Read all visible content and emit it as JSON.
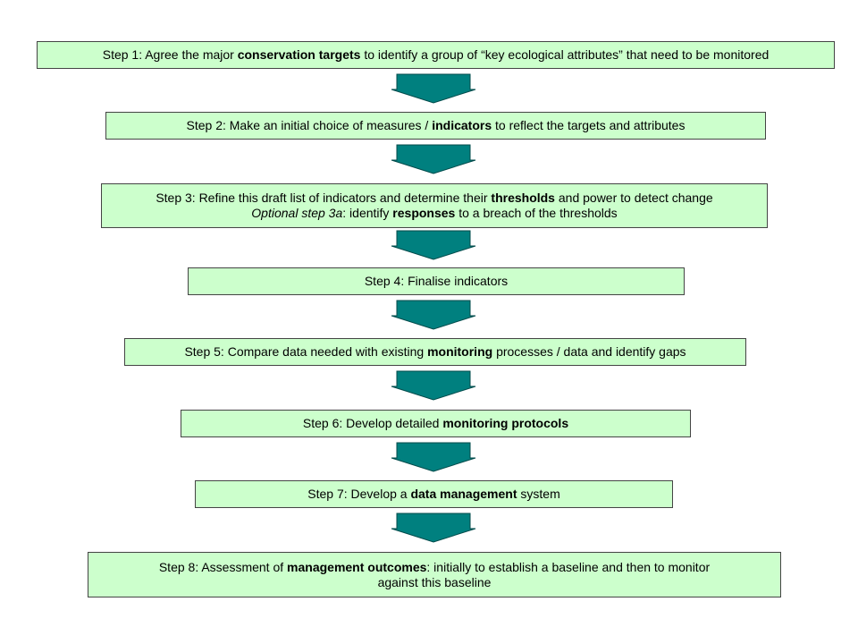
{
  "colors": {
    "box_fill": "#ccffcc",
    "box_border": "#444444",
    "arrow_fill": "#00807f",
    "arrow_stroke": "#004a4a"
  },
  "steps": [
    {
      "lines": [
        [
          {
            "t": "Step 1: Agree the major "
          },
          {
            "t": "conservation targets",
            "b": true
          },
          {
            "t": " to identify a group of “key ecological attributes” that need to be monitored"
          }
        ]
      ]
    },
    {
      "lines": [
        [
          {
            "t": "Step 2: Make an initial choice of measures / "
          },
          {
            "t": "indicators",
            "b": true
          },
          {
            "t": " to reflect the targets and attributes"
          }
        ]
      ]
    },
    {
      "lines": [
        [
          {
            "t": "Step 3: Refine this draft list of indicators and determine their "
          },
          {
            "t": "thresholds",
            "b": true
          },
          {
            "t": " and power to detect change"
          }
        ],
        [
          {
            "t": "Optional step 3a",
            "i": true
          },
          {
            "t": ": identify "
          },
          {
            "t": "responses",
            "b": true
          },
          {
            "t": " to a breach of the thresholds"
          }
        ]
      ]
    },
    {
      "lines": [
        [
          {
            "t": "Step 4: Finalise indicators"
          }
        ]
      ]
    },
    {
      "lines": [
        [
          {
            "t": "Step 5: Compare data needed with existing "
          },
          {
            "t": "monitoring",
            "b": true
          },
          {
            "t": " processes / data and identify gaps"
          }
        ]
      ]
    },
    {
      "lines": [
        [
          {
            "t": "Step 6: Develop detailed "
          },
          {
            "t": "monitoring protocols",
            "b": true
          }
        ]
      ]
    },
    {
      "lines": [
        [
          {
            "t": "Step 7: Develop a "
          },
          {
            "t": "data management",
            "b": true
          },
          {
            "t": " system"
          }
        ]
      ]
    },
    {
      "lines": [
        [
          {
            "t": "Step 8: Assessment of "
          },
          {
            "t": "management outcomes",
            "b": true
          },
          {
            "t": ": initially to establish a baseline and then to monitor"
          }
        ],
        [
          {
            "t": "against this baseline"
          }
        ]
      ]
    }
  ]
}
